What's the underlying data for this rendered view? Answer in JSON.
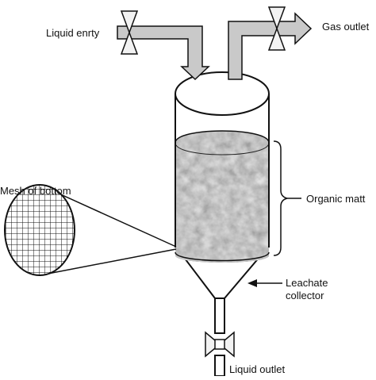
{
  "diagram": {
    "labels": {
      "liquid_entry": "Liquid enrty",
      "gas_outlet": "Gas outlet",
      "mesh_of_bottom": "Mesh of bottom",
      "organic_matter": "Organic matt",
      "leachate_collector_line1": "Leachate",
      "leachate_collector_line2": "collector",
      "liquid_outlet": "Liquid outlet"
    },
    "colors": {
      "stroke": "#111111",
      "arrow_fill": "#c9c9c9",
      "valve_fill": "#f2f2f2",
      "organic_base": "#7d7d7d",
      "mesh_fill": "#ffffff"
    }
  }
}
